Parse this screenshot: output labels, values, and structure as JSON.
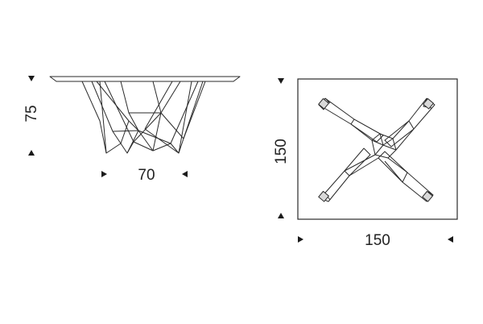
{
  "side_view": {
    "height_label": "75",
    "depth_label": "70"
  },
  "top_view": {
    "depth_label": "150",
    "width_label": "150"
  },
  "colors": {
    "line": "#2a2a2a",
    "text": "#222222",
    "background": "#ffffff"
  }
}
